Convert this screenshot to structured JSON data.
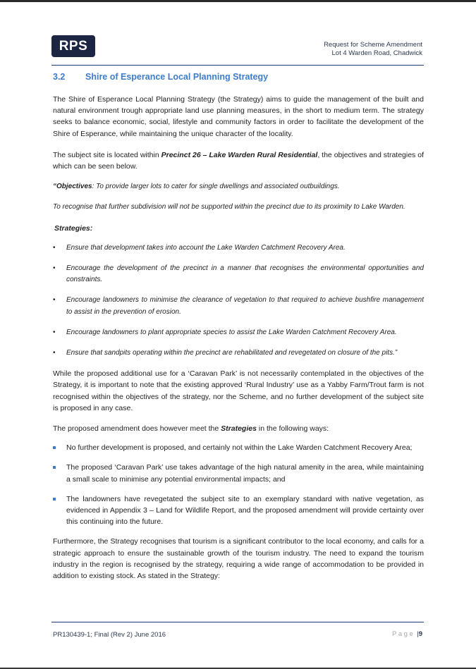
{
  "header": {
    "logo": "RPS",
    "line1": "Request for Scheme Amendment",
    "line2": "Lot 4 Warden Road, Chadwick"
  },
  "section": {
    "number": "3.2",
    "title": "Shire of Esperance Local Planning Strategy"
  },
  "body": {
    "p1": "The Shire of Esperance Local Planning Strategy (the Strategy) aims to guide the management of the built and natural environment trough appropriate land use planning measures, in the short to medium term. The strategy seeks to balance economic, social, lifestyle and community factors in order to facilitate the development of the Shire of Esperance, while maintaining the unique character of the locality.",
    "p2_a": "The subject site is located within ",
    "p2_b": "Precinct 26 – Lake Warden Rural Residential",
    "p2_c": ", the objectives and strategies of which can be seen below.",
    "obj_label": "“Objectives",
    "obj_text": ": To provide larger lots to cater for single dwellings and associated outbuildings.",
    "obj2": "To recognise that further subdivision will not be supported within the precinct due to its proximity to Lake Warden.",
    "strategies_label": "Strategies:",
    "strategies": [
      "Ensure that development takes into account the Lake Warden Catchment Recovery Area.",
      "Encourage the development of the precinct in a manner that recognises the environmental opportunities and constraints.",
      "Encourage landowners to minimise the clearance of vegetation to that required to achieve bushfire management to assist in the prevention of erosion.",
      "Encourage landowners to plant appropriate species to assist the Lake Warden Catchment Recovery Area.",
      "Ensure that sandpits operating within the precinct are rehabilitated and revegetated on closure of the pits.”"
    ],
    "p3": "While the proposed additional use for a ‘Caravan Park’ is not necessarily contemplated in the objectives of the Strategy, it is important to note that the existing approved ‘Rural Industry’ use as a Yabby Farm/Trout farm is not recognised within the objectives of the strategy, nor the Scheme, and no further development of the subject site is proposed in any case.",
    "p4_a": "The proposed amendment does however meet the ",
    "p4_b": "Strategies",
    "p4_c": " in the following ways:",
    "ways": [
      "No further development is proposed, and certainly not within the Lake Warden Catchment Recovery Area;",
      "The proposed ‘Caravan Park’ use takes advantage of the high natural amenity in the area, while maintaining a small scale to minimise any potential environmental impacts; and",
      "The landowners have revegetated the subject site to an exemplary standard with native vegetation, as evidenced in Appendix 3 – Land for Wildlife Report, and the proposed amendment will provide certainty over this continuing into the future."
    ],
    "p5": "Furthermore, the Strategy recognises that tourism is a significant contributor to the local economy, and calls for a strategic approach to ensure the sustainable growth of the tourism industry. The need to expand the tourism industry in the region is recognised by the strategy, requiring a wide range of accommodation to be provided in addition to existing stock. As stated in the Strategy:"
  },
  "footer": {
    "ref": "PR130439-1; Final (Rev 2) June 2016",
    "page_word": "Page",
    "page_sep": "|",
    "page_num": "9"
  }
}
